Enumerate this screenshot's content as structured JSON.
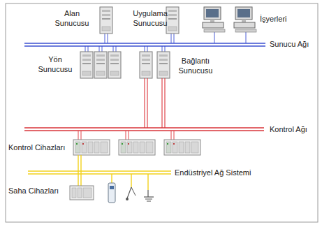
{
  "diagram": {
    "labels": [
      "Alan Sunucusu",
      "Uygulama Sunucusu",
      "İşyerleri",
      "Sunucu Ağı",
      "Yön Sunucusu",
      "Bağlantı Sunucusu",
      "Kontrol Ağı",
      "Kontrol Cihazları",
      "Endüstriyel Ağ Sistemi",
      "Saha Cihazları"
    ]
  }
}
